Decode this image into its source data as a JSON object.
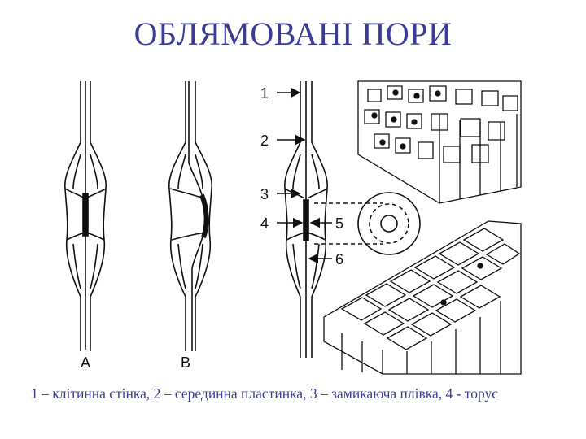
{
  "title": "ОБЛЯМОВАНІ ПОРИ",
  "diagram": {
    "pore_a_label": "A",
    "pore_b_label": "B",
    "callouts": [
      "1",
      "2",
      "3",
      "4",
      "5",
      "6"
    ]
  },
  "caption": "1 – клітинна стінка, 2 – серединна пластинка, 3 – замикаюча плівка, 4 - торус",
  "colors": {
    "title": "#3c3c96",
    "caption": "#3c3c96",
    "line": "#111111"
  }
}
